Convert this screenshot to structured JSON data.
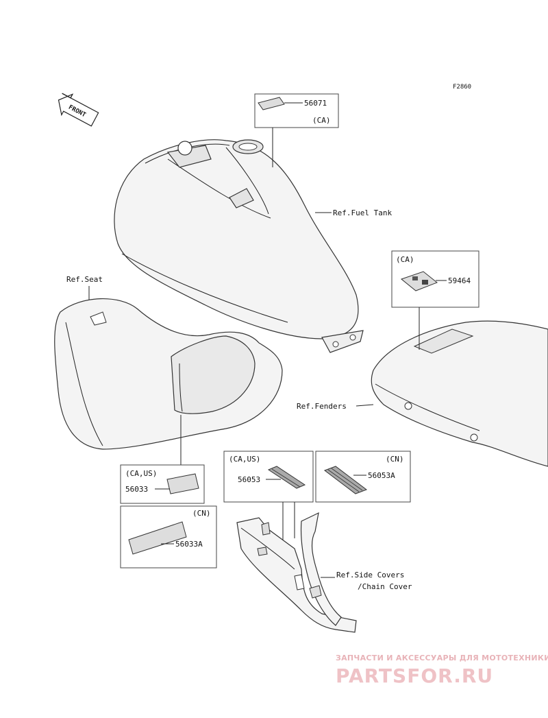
{
  "figure_code": "F2860",
  "front_label": "FRONT",
  "labels": {
    "fuel_tank": "Ref.Fuel Tank",
    "seat": "Ref.Seat",
    "fenders": "Ref.Fenders",
    "side_covers_1": "Ref.Side Covers",
    "side_covers_2": "/Chain Cover"
  },
  "parts": {
    "p56071": {
      "number": "56071",
      "region": "(CA)"
    },
    "p59464": {
      "number": "59464",
      "region": "(CA)"
    },
    "p56033": {
      "number": "56033",
      "region": "(CA,US)"
    },
    "p56033A": {
      "number": "56033A",
      "region": "(CN)"
    },
    "p56053": {
      "number": "56053",
      "region": "(CA,US)"
    },
    "p56053A": {
      "number": "56053A",
      "region": "(CN)"
    }
  },
  "watermark": {
    "subtitle": "ЗАПЧАСТИ И АКСЕССУАРЫ ДЛЯ МОТОТЕХНИКИ",
    "brand": "PARTSFOR.RU"
  }
}
